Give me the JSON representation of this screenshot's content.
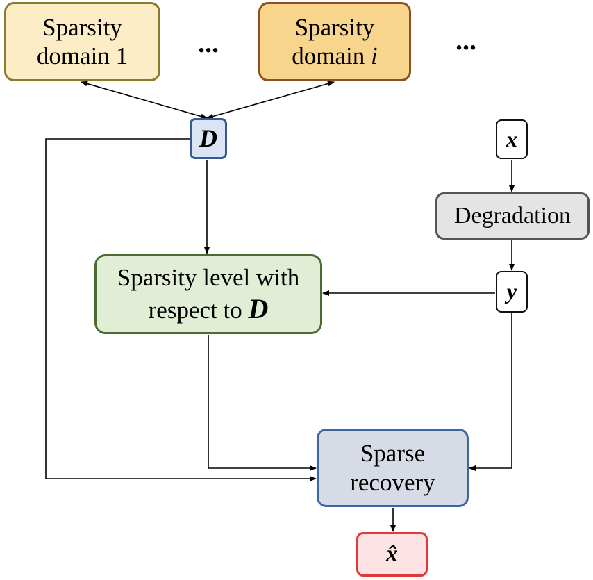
{
  "nodes": {
    "domain1": {
      "line1": "Sparsity",
      "line2": "domain 1"
    },
    "domaini": {
      "line1": "Sparsity",
      "line2": "domain ",
      "index": "i"
    },
    "ellipsis_1": "...",
    "ellipsis_2": "...",
    "dictionary": "D",
    "input": "x",
    "degradation": "Degradation",
    "observation": "y",
    "sparsity_level": {
      "line1": "Sparsity level with",
      "line2": "respect to ",
      "symbol": "D"
    },
    "recovery": {
      "line1": "Sparse",
      "line2": "recovery"
    },
    "output": "x̂"
  },
  "colors": {
    "domain1_fill": "#fdedc6",
    "domaini_fill": "#f8d58c",
    "dictionary_fill": "#dbe4f4",
    "degradation_fill": "#e4e4e4",
    "sparsity_level_fill": "#e1edd5",
    "recovery_fill": "#d6dbe6",
    "output_fill": "#fde3e3",
    "output_border": "#e23a3a",
    "arrow": "#000000"
  },
  "edges": [
    {
      "from": "dictionary",
      "to": "domain1",
      "bidirectional": true
    },
    {
      "from": "dictionary",
      "to": "domaini",
      "bidirectional": true
    },
    {
      "from": "dictionary",
      "to": "sparsity_level"
    },
    {
      "from": "dictionary",
      "to": "recovery"
    },
    {
      "from": "input",
      "to": "degradation"
    },
    {
      "from": "degradation",
      "to": "observation"
    },
    {
      "from": "observation",
      "to": "sparsity_level"
    },
    {
      "from": "observation",
      "to": "recovery"
    },
    {
      "from": "sparsity_level",
      "to": "recovery"
    },
    {
      "from": "recovery",
      "to": "output"
    }
  ]
}
